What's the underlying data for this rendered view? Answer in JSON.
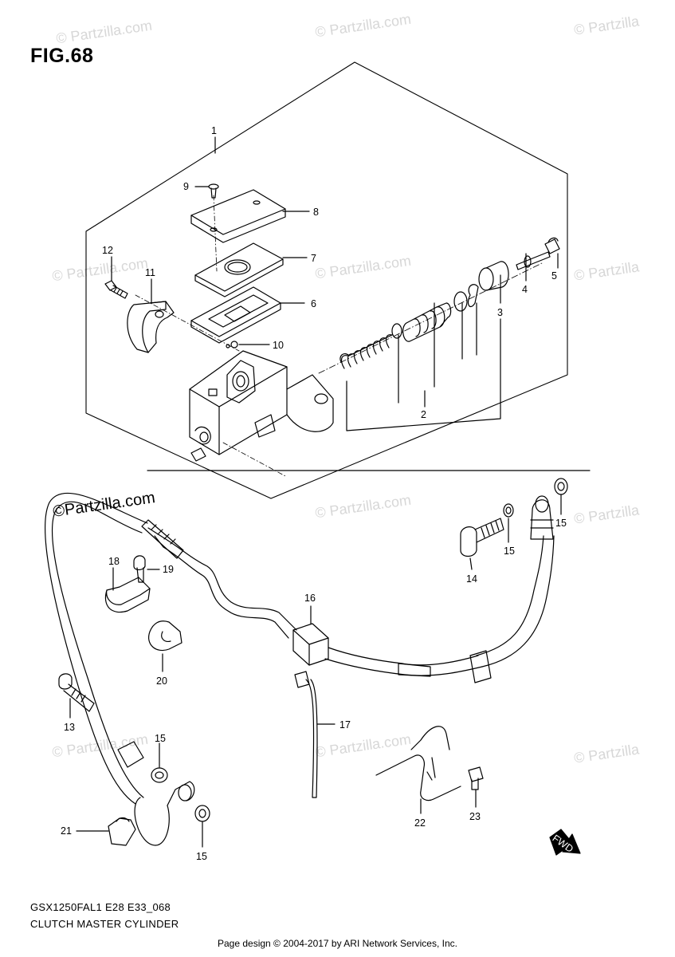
{
  "figure": {
    "title": "FIG.68",
    "model_code": "GSX1250FAL1 E28 E33_068",
    "subtitle": "CLUTCH MASTER CYLINDER"
  },
  "footer": "Page design © 2004-2017 by ARI Network Services, Inc.",
  "watermark": {
    "text": "© Partzilla.com",
    "text_short": "© Partzilla",
    "text_highlight": "©Partzilla.com"
  },
  "callouts": {
    "c1": "1",
    "c2": "2",
    "c3": "3",
    "c4": "4",
    "c5": "5",
    "c6": "6",
    "c7": "7",
    "c8": "8",
    "c9": "9",
    "c10": "10",
    "c11": "11",
    "c12": "12",
    "c13": "13",
    "c14": "14",
    "c15a": "15",
    "c15b": "15",
    "c15c": "15",
    "c15d": "15",
    "c16": "16",
    "c17": "17",
    "c18": "18",
    "c19": "19",
    "c20": "20",
    "c21": "21",
    "c22": "22",
    "c23": "23"
  },
  "fwd_label": "FWD"
}
